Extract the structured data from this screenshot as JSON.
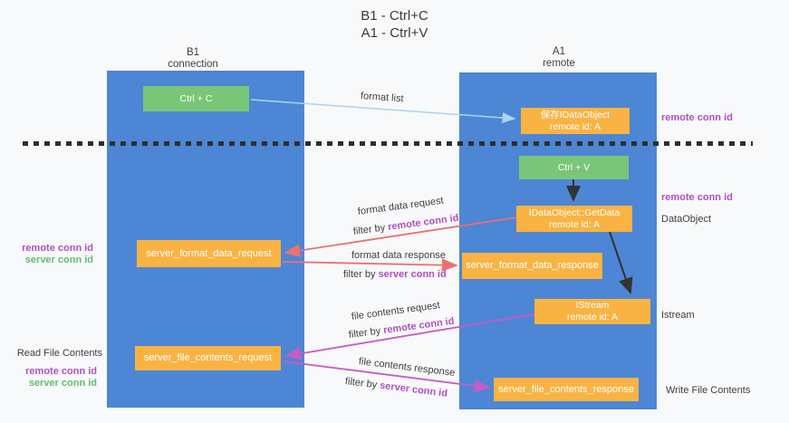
{
  "title": {
    "line1": "B1 - Ctrl+C",
    "line2": "A1 - Ctrl+V"
  },
  "lanes": {
    "left": {
      "name": "B1",
      "subtitle": "connection"
    },
    "right": {
      "name": "A1",
      "subtitle": "remote"
    }
  },
  "nodes": {
    "ctrl_c": {
      "label": "Ctrl + C"
    },
    "ctrl_v": {
      "label": "Ctrl + V"
    },
    "save_idataobject": {
      "line1": "保存IDataObject",
      "line2": "remote id: A"
    },
    "getdata": {
      "line1": "IDataObject::GetData",
      "line2": "remote id: A"
    },
    "istream": {
      "line1": "IStream",
      "line2": "remote id: A"
    },
    "format_request": {
      "label": "server_format_data_request"
    },
    "format_response": {
      "label": "server_format_data_response"
    },
    "file_request": {
      "label": "server_file_contents_request"
    },
    "file_response": {
      "label": "server_file_contents_response"
    }
  },
  "edge_labels": {
    "format_list": "format list",
    "format_data_request": "format data request",
    "format_data_response": "format data response",
    "file_contents_request": "file contents request",
    "file_contents_response": "file contents response",
    "filter_by": "filter by ",
    "remote_conn_id": "remote conn id",
    "server_conn_id": "server conn id"
  },
  "side_labels": {
    "remote_conn_id": "remote conn id",
    "server_conn_id": "server conn id",
    "data_object": "DataObject",
    "istream": "Istream",
    "read_file_contents": "Read File Contents",
    "write_file_contents": "Write File Contents"
  },
  "colors": {
    "lane_blue": "#4d86d4",
    "box_orange": "#f9b343",
    "box_green": "#79c679",
    "arrow_red": "#ec7070",
    "arrow_magenta": "#c65cc6",
    "arrow_light_blue": "#a9d4f0",
    "arrow_black": "#333333",
    "text_purple": "#b14fc5",
    "text_green": "#5fbf72",
    "background": "#f8f9fa"
  }
}
